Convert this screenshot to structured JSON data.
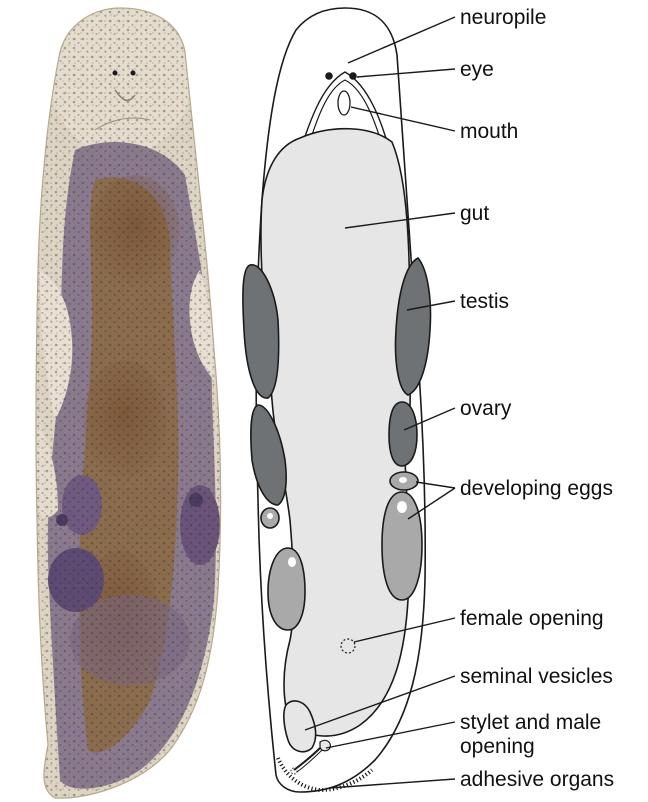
{
  "labels": {
    "neuropile": "neuropile",
    "eye": "eye",
    "mouth": "mouth",
    "gut": "gut",
    "testis": "testis",
    "ovary": "ovary",
    "developing_eggs": "developing eggs",
    "female_opening": "female opening",
    "seminal_vesicles": "seminal vesicles",
    "stylet_line1": "stylet and male",
    "stylet_line2": "opening",
    "adhesive_organs": "adhesive organs"
  },
  "colors": {
    "gut_fill": "#e6e6e6",
    "testis_fill": "#6e7275",
    "egg_fill": "#a9a9a9",
    "outline": "#1a1a1a",
    "micrograph_stain_purple": "#6e5a80",
    "micrograph_stain_brown": "#8b6c4c",
    "micrograph_background": "#ddd4c4"
  }
}
